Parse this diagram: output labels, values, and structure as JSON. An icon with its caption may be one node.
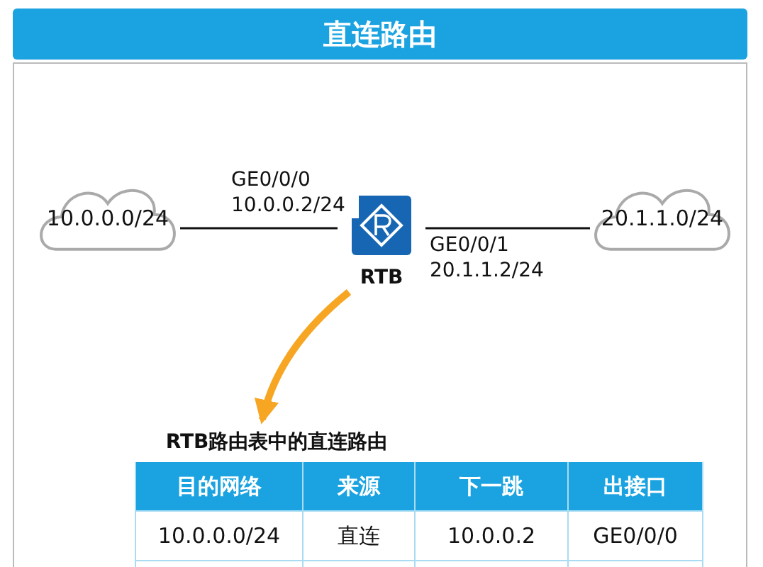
{
  "diagram": {
    "title": "直连路由",
    "nodes": [
      {
        "text": [
          "10.0.0.0/24"
        ]
      },
      {
        "text": [
          "RTB"
        ]
      },
      {
        "text": [
          "20.1.1.0/24"
        ]
      },
      {
        "text": [
          "RTB路由表中的直连路由"
        ]
      }
    ],
    "edges": [
      {
        "from": 0,
        "to": 1,
        "arrow": "none",
        "label": "GE0/0/0 10.0.0.2/24"
      },
      {
        "from": 1,
        "to": 2,
        "arrow": "none",
        "label": "GE0/0/1 20.1.1.2/24"
      },
      {
        "from": 1,
        "to": 3,
        "arrow": "to",
        "style": "thick",
        "color": "#f6a623"
      }
    ],
    "labels": [
      "目的网络",
      "来源",
      "下一跳",
      "出接口",
      "10.0.0.0/24",
      "直连",
      "10.0.0.2",
      "GE0/0/0"
    ]
  }
}
